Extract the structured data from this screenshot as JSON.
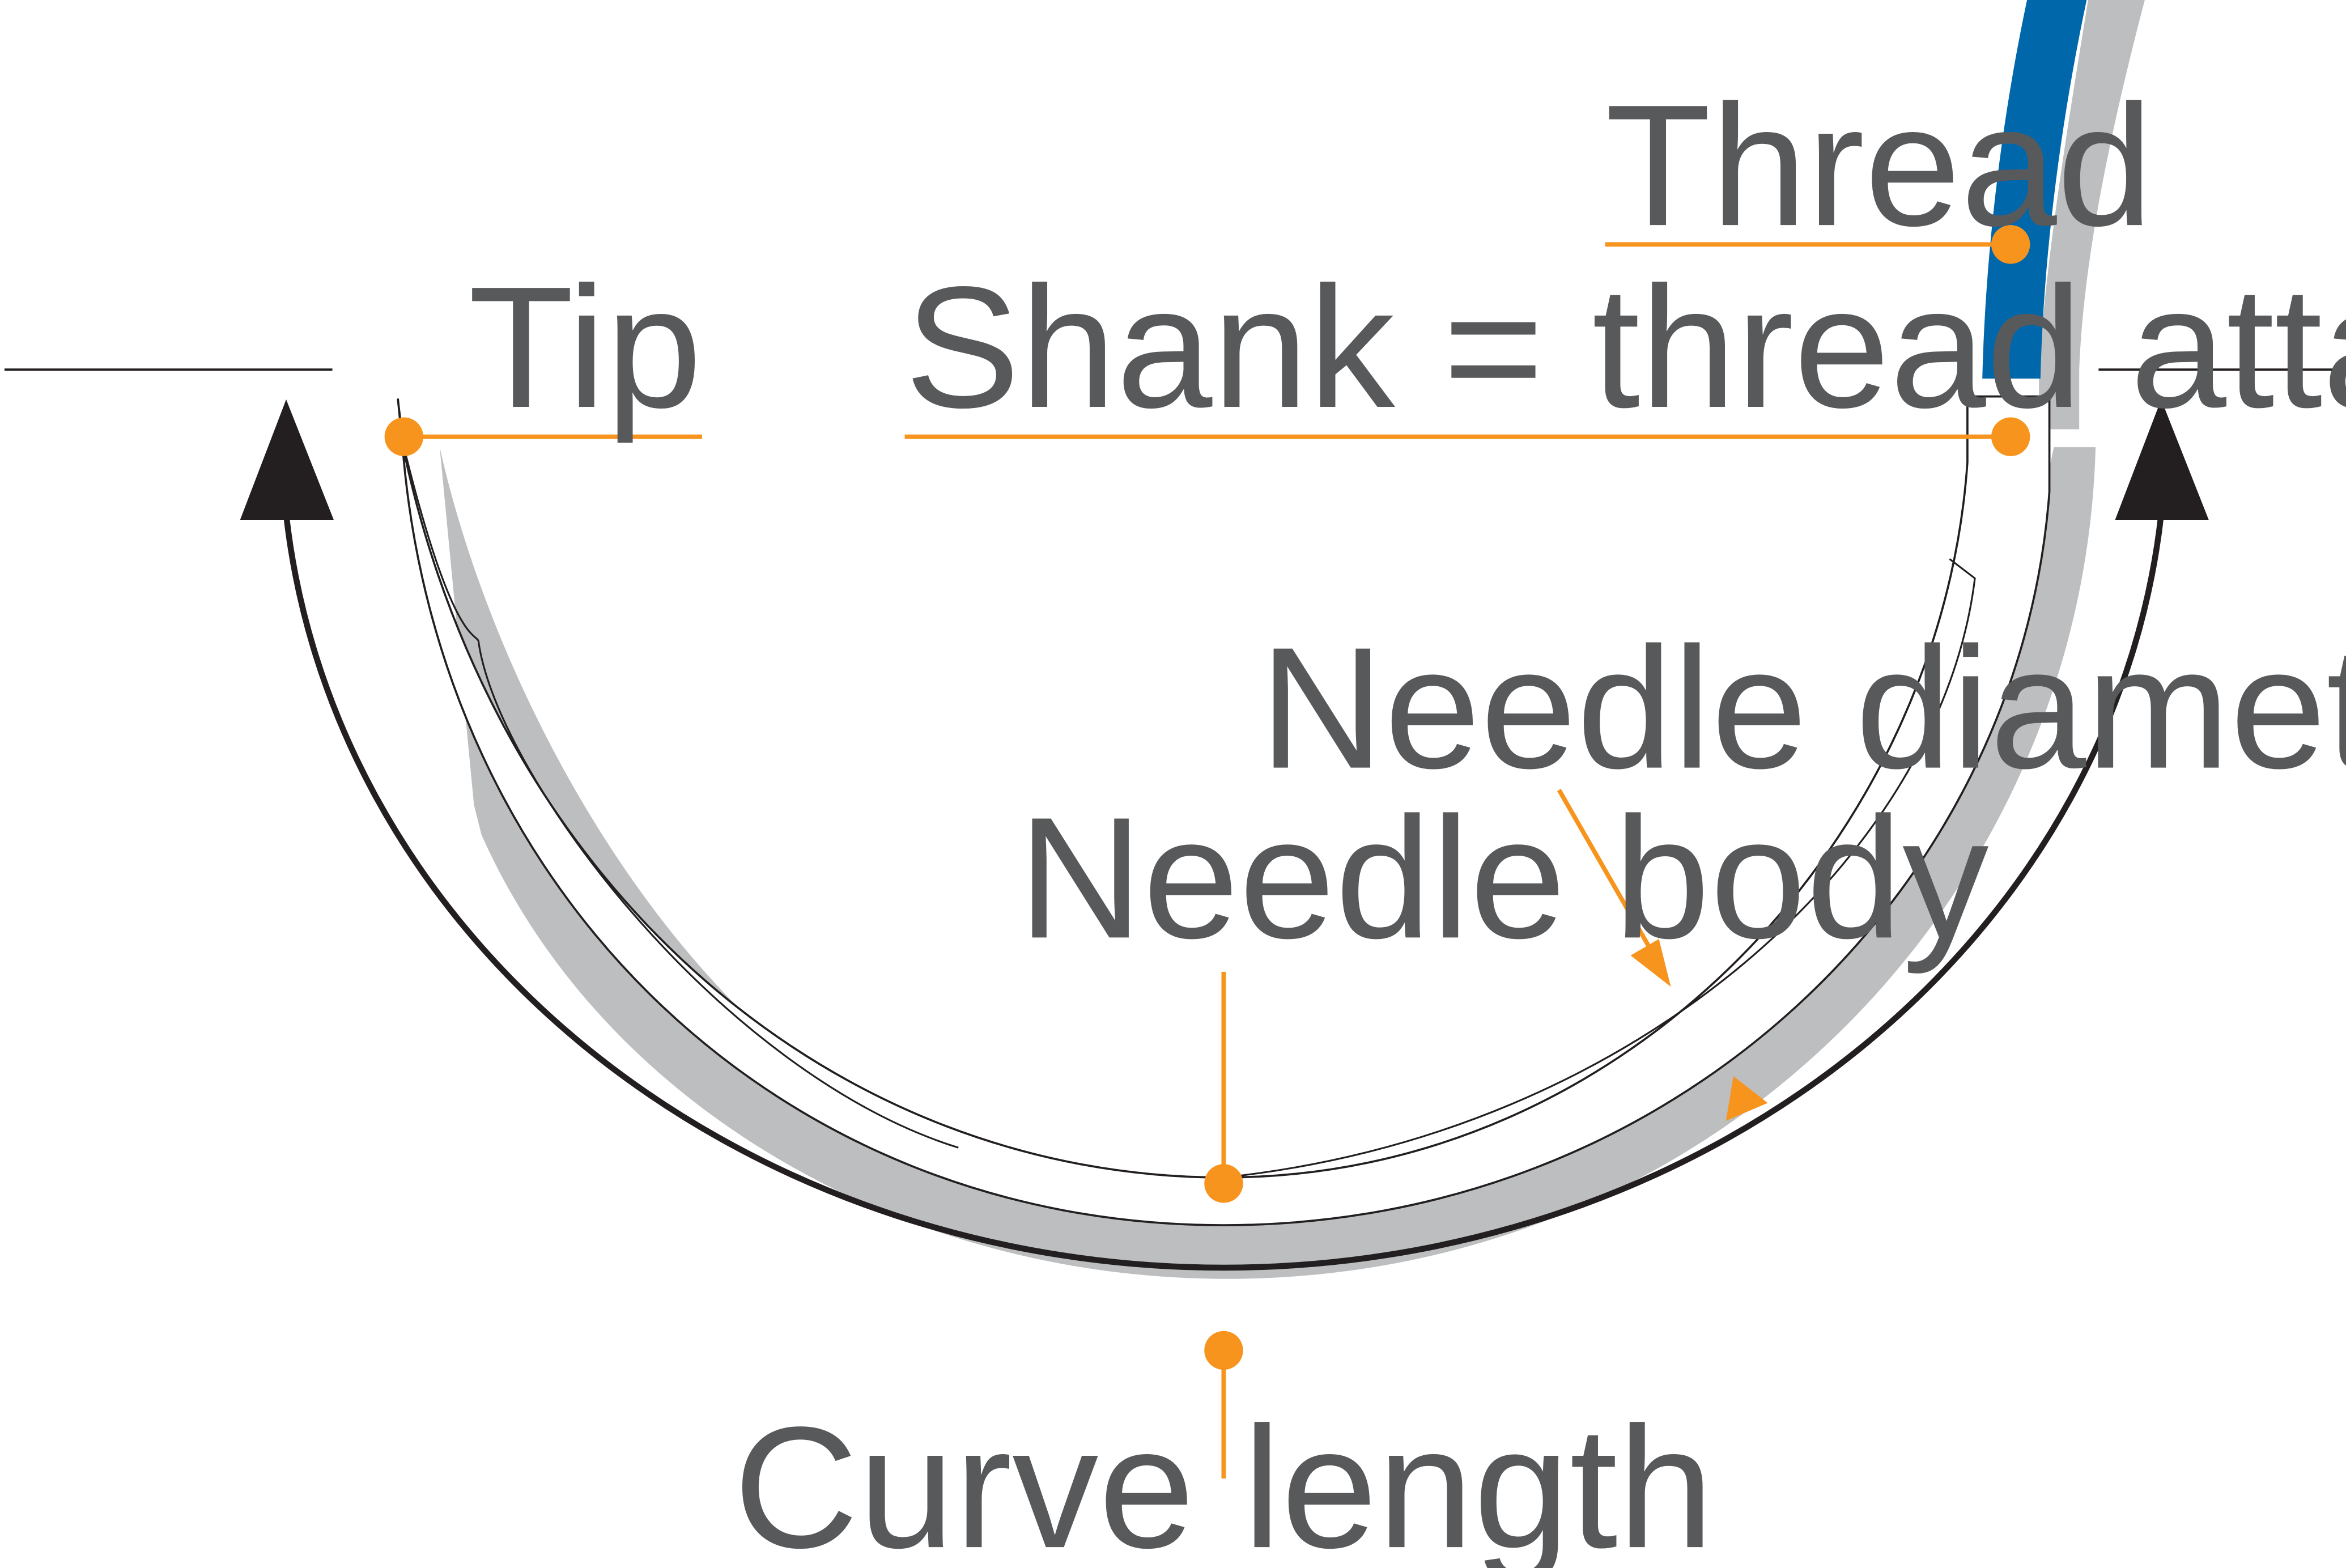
{
  "labels": {
    "thread": "Thread",
    "tip": "Tip",
    "shank": "Shank = thread attachment zone",
    "needle_diameter": "Needle diameter",
    "needle_body": "Needle body",
    "curve_length": "Curve length"
  },
  "colors": {
    "accent_orange": "#f7941d",
    "thread_blue": "#0067ab",
    "shadow_gray": "#bcbec0",
    "outline_black": "#231f20",
    "label_gray": "#58595b"
  }
}
